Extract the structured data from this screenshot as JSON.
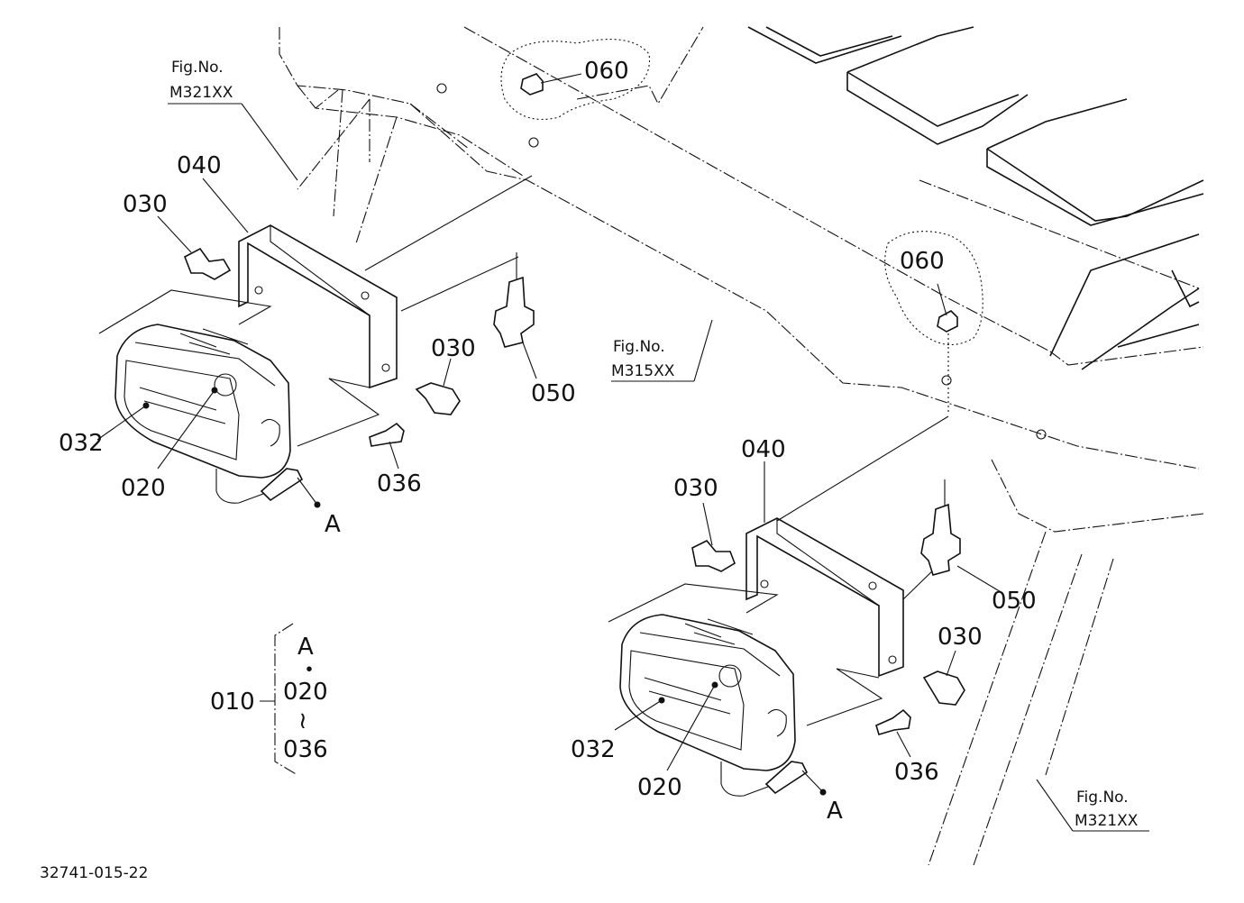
{
  "labels": {
    "lamp_l_030_a": "030",
    "lamp_l_040": "040",
    "lamp_l_030_b": "030",
    "lamp_l_050": "050",
    "lamp_l_032": "032",
    "lamp_l_020": "020",
    "lamp_l_036": "036",
    "lamp_l_A": "A",
    "lamp_r_030_a": "030",
    "lamp_r_040": "040",
    "lamp_r_030_b": "030",
    "lamp_r_050": "050",
    "lamp_r_032": "032",
    "lamp_r_020": "020",
    "lamp_r_036": "036",
    "lamp_r_A": "A",
    "nut_060_top": "060",
    "nut_060_right": "060"
  },
  "fig_refs": {
    "top_left": {
      "caption": "Fig.No.",
      "number": "M321XX"
    },
    "center": {
      "caption": "Fig.No.",
      "number": "M315XX"
    },
    "bottom_right": {
      "caption": "Fig.No.",
      "number": "M321XX"
    }
  },
  "assembly_legend": {
    "assembly": "010",
    "includes": "A",
    "separator_dot": "・",
    "range_start": "020",
    "range_sep": "≀",
    "range_end": "036"
  },
  "drawing_number": "32741-015-22"
}
